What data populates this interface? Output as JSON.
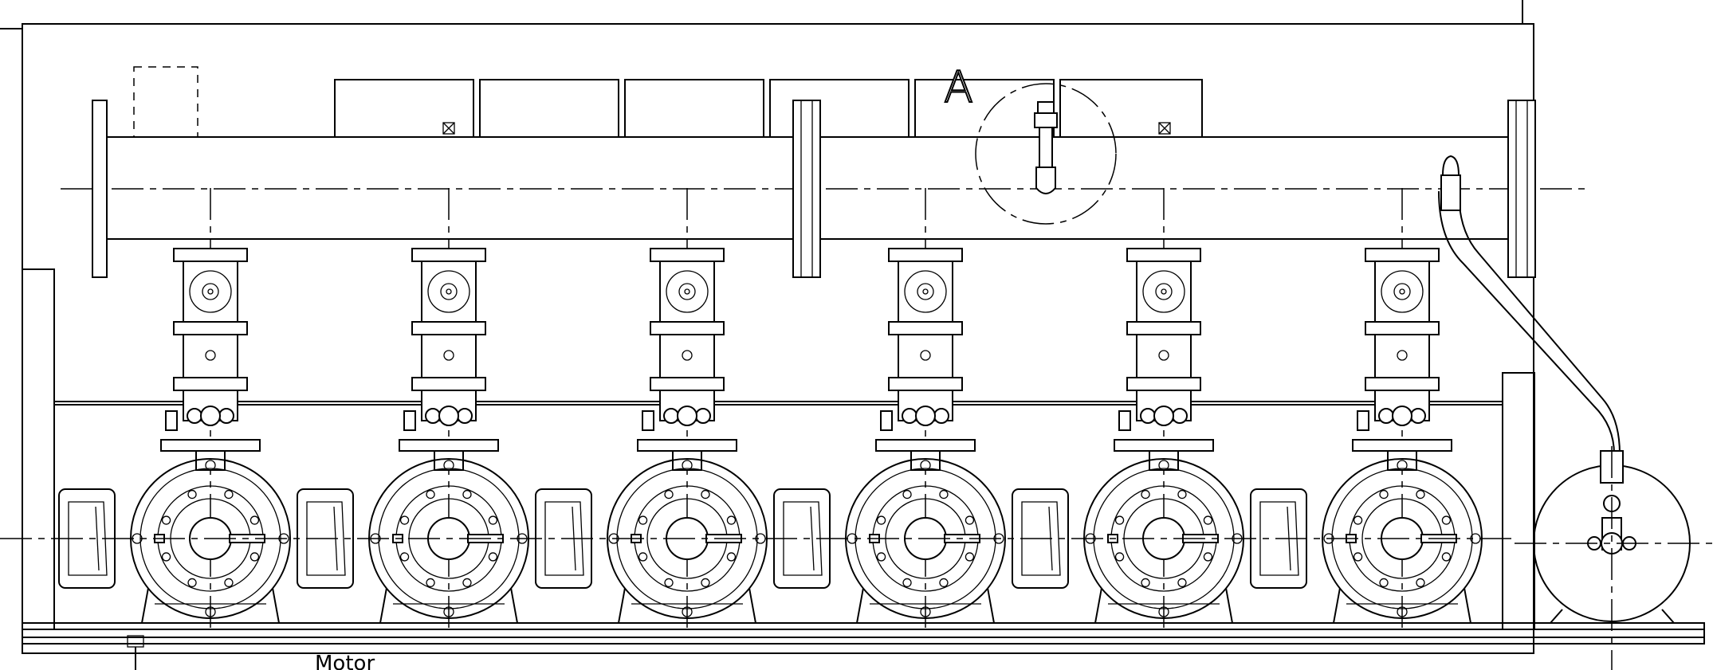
{
  "drawing": {
    "view_label": "A",
    "pump_count": 6,
    "bottom_note": "Motor"
  }
}
